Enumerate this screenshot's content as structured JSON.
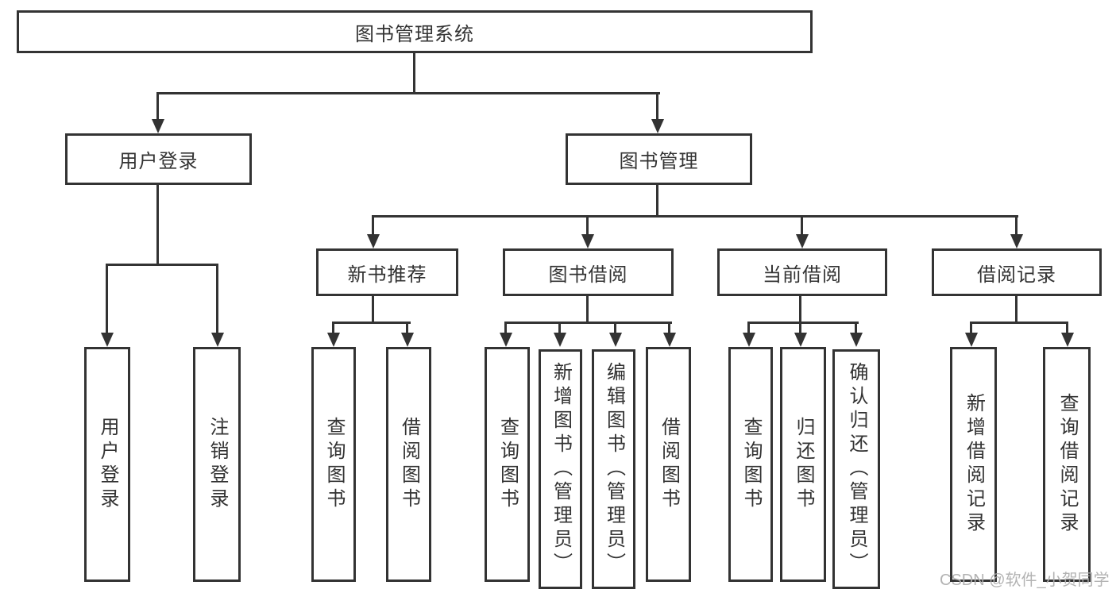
{
  "tree": {
    "label": "图书管理系统",
    "children": [
      {
        "label": "用户登录",
        "children": [
          {
            "label": "用户登录"
          },
          {
            "label": "注销登录"
          }
        ]
      },
      {
        "label": "图书管理",
        "children": [
          {
            "label": "新书推荐",
            "children": [
              {
                "label": "查询图书"
              },
              {
                "label": "借阅图书"
              }
            ]
          },
          {
            "label": "图书借阅",
            "children": [
              {
                "label": "查询图书"
              },
              {
                "label": "新增图书（管理员）"
              },
              {
                "label": "编辑图书（管理员）"
              },
              {
                "label": "借阅图书"
              }
            ]
          },
          {
            "label": "当前借阅",
            "children": [
              {
                "label": "查询图书"
              },
              {
                "label": "归还图书"
              },
              {
                "label": "确认归还（管理员）"
              }
            ]
          },
          {
            "label": "借阅记录",
            "children": [
              {
                "label": "新增借阅记录"
              },
              {
                "label": "查询借阅记录"
              }
            ]
          }
        ]
      }
    ]
  },
  "watermark": {
    "text": "CSDN @软件_小贺同学"
  },
  "colors": {
    "line": "#333333",
    "background": "#ffffff",
    "watermark": "#afafaf"
  }
}
